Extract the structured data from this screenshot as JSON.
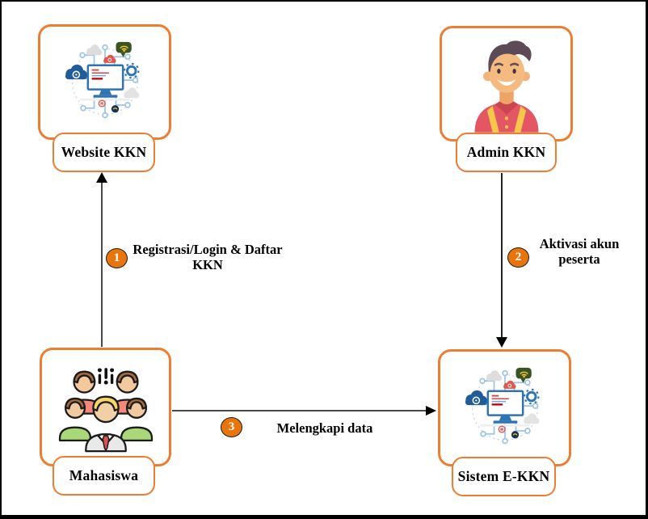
{
  "nodes": {
    "website": {
      "label": "Website KKN",
      "icon": "computer-network-illustration"
    },
    "admin": {
      "label": "Admin KKN",
      "icon": "admin-avatar"
    },
    "mahasiswa": {
      "label": "Mahasiswa",
      "icon": "students-group-illustration"
    },
    "sistem": {
      "label": "Sistem E-KKN",
      "icon": "computer-network-illustration"
    }
  },
  "edges": {
    "step1": {
      "badge": "1",
      "label": "Registrasi/Login & Daftar KKN",
      "from": "Mahasiswa",
      "to": "Website KKN",
      "direction": "up"
    },
    "step2": {
      "badge": "2",
      "label": "Aktivasi akun peserta",
      "from": "Admin KKN",
      "to": "Sistem E-KKN",
      "direction": "down"
    },
    "step3": {
      "badge": "3",
      "label": "Melengkapi data",
      "from": "Mahasiswa",
      "to": "Sistem E-KKN",
      "direction": "right"
    }
  },
  "colors": {
    "node_border": "#ED7D31",
    "step_badge_fill": "#E8750C",
    "step_badge_text": "#FFFFFF",
    "arrow_line": "#4A4A4A",
    "arrow_head": "#000000",
    "label_text": "#000000",
    "frame_border": "#000000",
    "background": "#FFFFFF"
  }
}
